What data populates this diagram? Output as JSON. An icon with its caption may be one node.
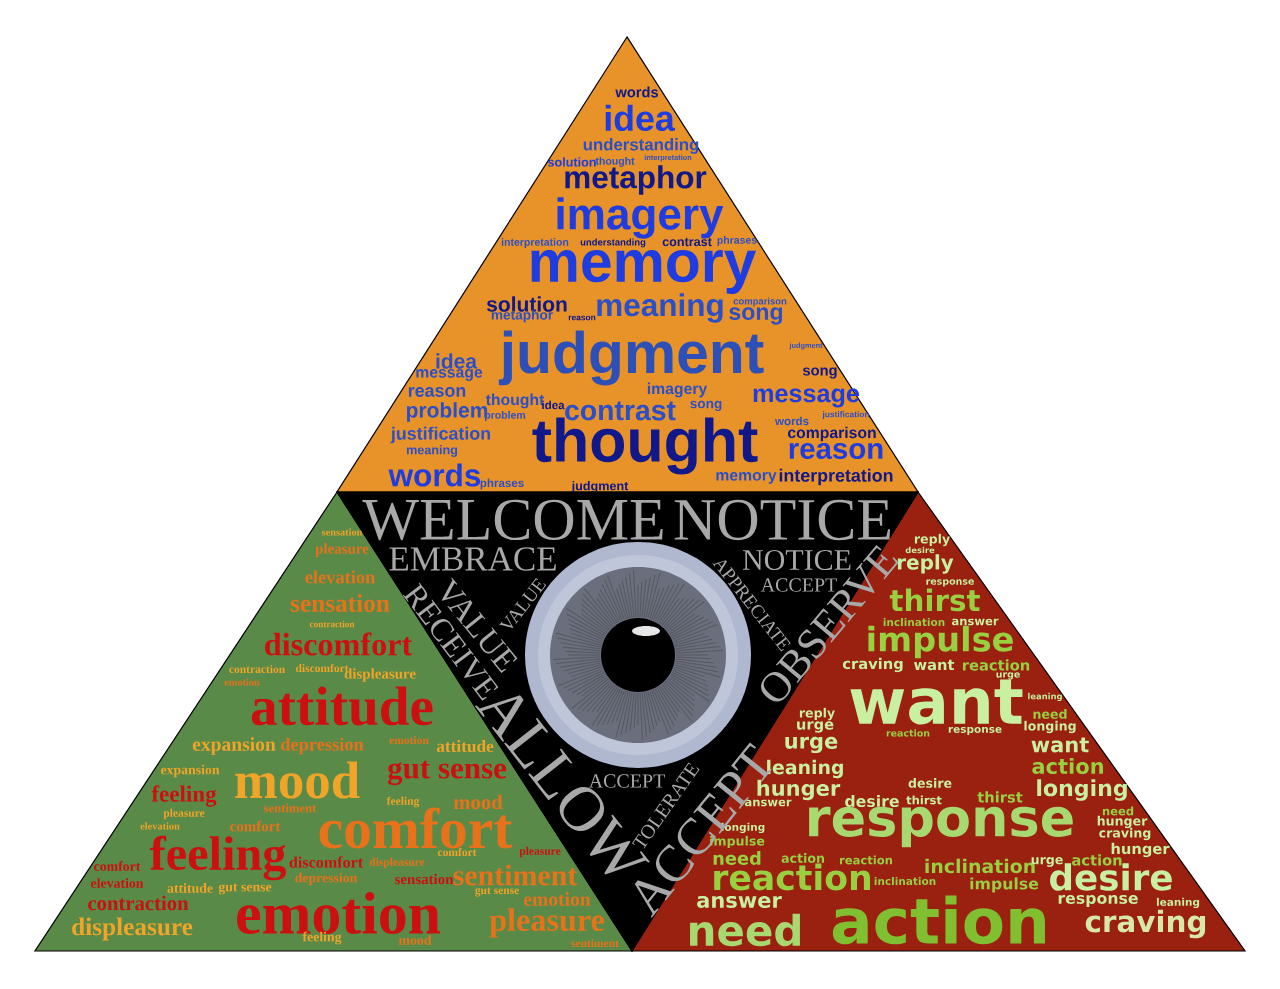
{
  "diagram": {
    "nodes": [
      {
        "text": [
          "words",
          "idea",
          "understanding",
          "solution",
          "thought",
          "interpretation",
          "metaphor",
          "imagery",
          "interpretation",
          "understanding",
          "contrast",
          "phrases",
          "memory",
          "solution",
          "meaning",
          "song",
          "comparison",
          "metaphor",
          "reason",
          "judgment",
          "idea",
          "song",
          "judgment",
          "message",
          "message",
          "reason",
          "thought",
          "imagery",
          "problem",
          "problem",
          "idea",
          "contrast",
          "song",
          "justification",
          "words",
          "justification",
          "comparison",
          "meaning",
          "thought",
          "reason",
          "words",
          "phrases",
          "judgment",
          "memory",
          "interpretation"
        ]
      },
      {
        "text": [
          "sensation",
          "pleasure",
          "elevation",
          "sensation",
          "contraction",
          "discomfort",
          "contraction",
          "discomfort",
          "emotion",
          "displeasure",
          "attitude",
          "expansion",
          "depression",
          "emotion",
          "attitude",
          "expansion",
          "mood",
          "gut sense",
          "feeling",
          "sentiment",
          "feeling",
          "mood",
          "pleasure",
          "comfort",
          "elevation",
          "feeling",
          "comfort",
          "discomfort",
          "displeasure",
          "comfort",
          "pleasure",
          "comfort",
          "elevation",
          "attitude",
          "gut sense",
          "depression",
          "sensation",
          "sentiment",
          "contraction",
          "emotion",
          "gut sense",
          "emotion",
          "displeasure",
          "pleasure",
          "feeling",
          "mood",
          "sentiment"
        ]
      },
      {
        "text": [
          "reply",
          "desire",
          "reply",
          "response",
          "thirst",
          "inclination",
          "answer",
          "impulse",
          "craving",
          "want",
          "reaction",
          "urge",
          "want",
          "leaning",
          "need",
          "reply",
          "urge",
          "longing",
          "response",
          "reaction",
          "urge",
          "want",
          "leaning",
          "action",
          "hunger",
          "desire",
          "thirst",
          "longing",
          "desire",
          "thirst",
          "answer",
          "need",
          "hunger",
          "longing",
          "response",
          "craving",
          "impulse",
          "hunger",
          "need",
          "action",
          "reaction",
          "inclination",
          "urge",
          "action",
          "reaction",
          "desire",
          "inclination",
          "impulse",
          "answer",
          "response",
          "leaning",
          "need",
          "action",
          "craving"
        ]
      },
      {
        "text": [
          "WELCOME",
          "NOTICE",
          "EMBRACE",
          "NOTICE",
          "ACCEPT",
          "VALUE",
          "APPRECIATE",
          "VALUE",
          "RECEIVE",
          "OBSERVE",
          "ALLOW",
          "ACCEPT",
          "TOLERATE",
          "ACCEPT"
        ]
      }
    ]
  }
}
